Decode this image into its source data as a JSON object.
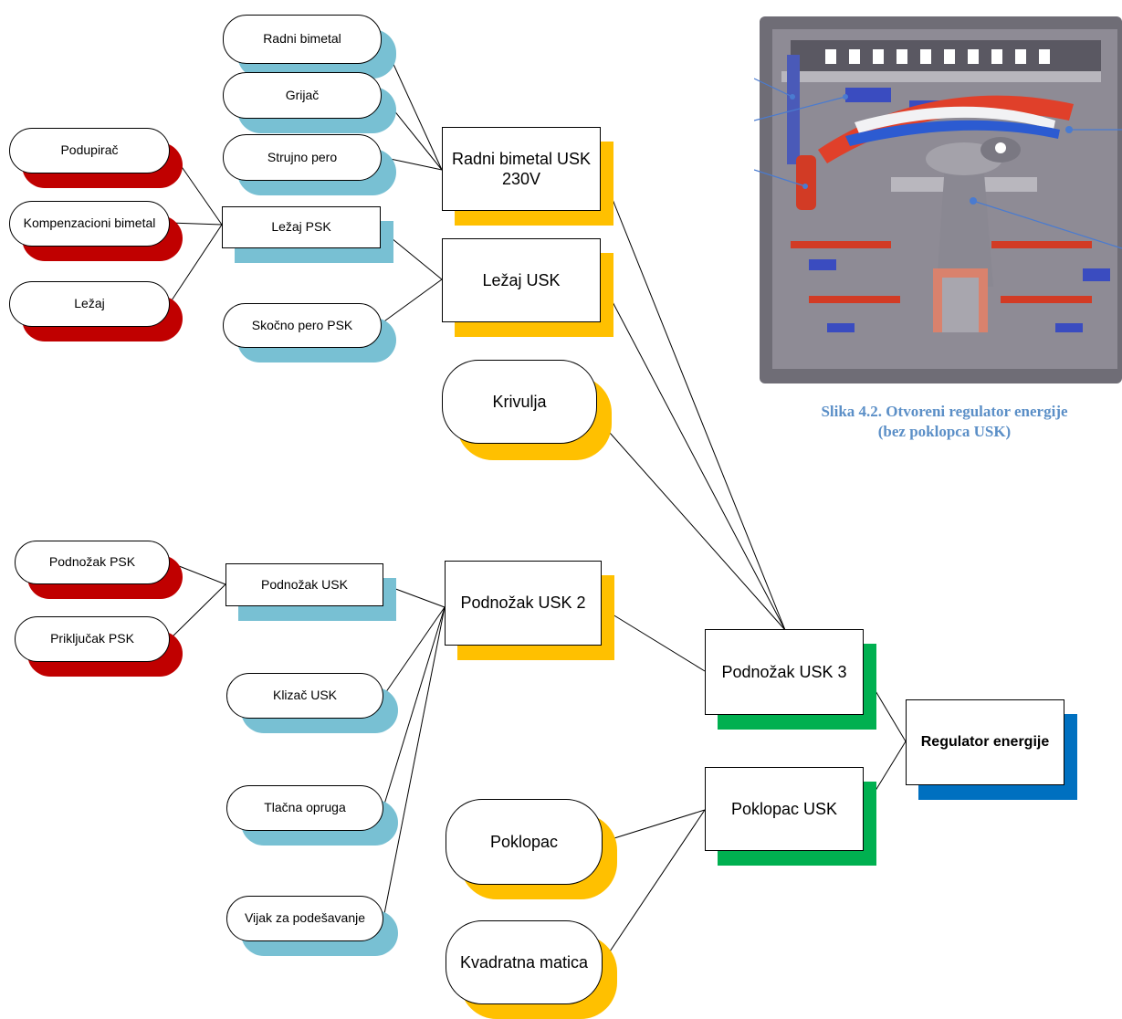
{
  "caption": {
    "line1": "Slika 4.2. Otvoreni regulator energije",
    "line2": "(bez poklopca USK)"
  },
  "colors": {
    "red": "#c00000",
    "blue": "#78c0d3",
    "yellow": "#ffc000",
    "green": "#00b050",
    "darkblue": "#0070c0",
    "caption": "#5b8fc7"
  },
  "nodes": {
    "radni_bimetal": "Radni bimetal",
    "grijac": "Grijač",
    "strujno_pero": "Strujno pero",
    "podupirac": "Podupirač",
    "kompenzacioni_bimetal": "Kompenzacioni bimetal",
    "lezaj": "Ležaj",
    "lezaj_psk": "Ležaj PSK",
    "skocno_pero_psk": "Skočno pero PSK",
    "radni_bimetal_usk": "Radni bimetal USK 230V",
    "lezaj_usk": "Ležaj USK",
    "krivulja": "Krivulja",
    "podnozak_psk": "Podnožak PSK",
    "prikljucak_psk": "Priključak PSK",
    "podnozak_usk": "Podnožak USK",
    "podnozak_usk2": "Podnožak USK 2",
    "klizac_usk": "Klizač USK",
    "tlacna_opruga": "Tlačna opruga",
    "vijak": "Vijak za podešavanje",
    "podnozak_usk3": "Podnožak USK 3",
    "poklopac": "Poklopac",
    "kvadratna_matica": "Kvadratna matica",
    "poklopac_usk": "Poklopac USK",
    "regulator": "Regulator energije"
  }
}
